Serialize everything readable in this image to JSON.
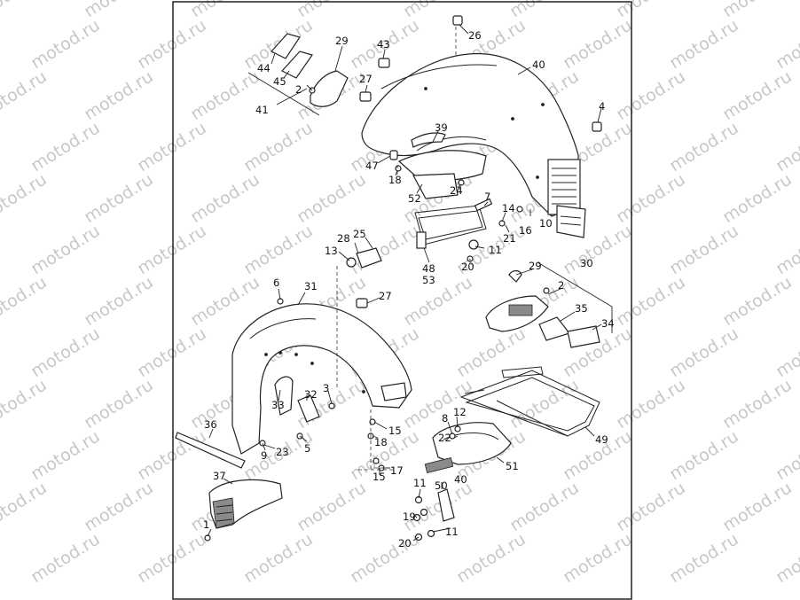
{
  "watermark": {
    "text": "motod.ru",
    "color": "#c8c8c8"
  },
  "frame_color": "#111111",
  "callouts": {
    "c1": "1",
    "c2a": "2",
    "c2b": "2",
    "c3": "3",
    "c4": "4",
    "c5": "5",
    "c6": "6",
    "c7": "7",
    "c8": "8",
    "c9": "9",
    "c10": "10",
    "c11a": "11",
    "c11b": "11",
    "c11c": "11",
    "c12": "12",
    "c13": "13",
    "c14": "14",
    "c15a": "15",
    "c15b": "15",
    "c16": "16",
    "c17": "17",
    "c18a": "18",
    "c18b": "18",
    "c19": "19",
    "c20a": "20",
    "c20b": "20",
    "c21": "21",
    "c22": "22",
    "c23": "23",
    "c24": "24",
    "c25": "25",
    "c26": "26",
    "c27a": "27",
    "c27b": "27",
    "c28": "28",
    "c29a": "29",
    "c29b": "29",
    "c30": "30",
    "c31": "31",
    "c32": "32",
    "c33": "33",
    "c34": "34",
    "c35": "35",
    "c36": "36",
    "c37": "37",
    "c39": "39",
    "c40a": "40",
    "c40b": "40",
    "c41": "41",
    "c43": "43",
    "c44": "44",
    "c45": "45",
    "c47": "47",
    "c48": "48",
    "c49": "49",
    "c50": "50",
    "c51": "51",
    "c52": "52",
    "c53": "53"
  }
}
